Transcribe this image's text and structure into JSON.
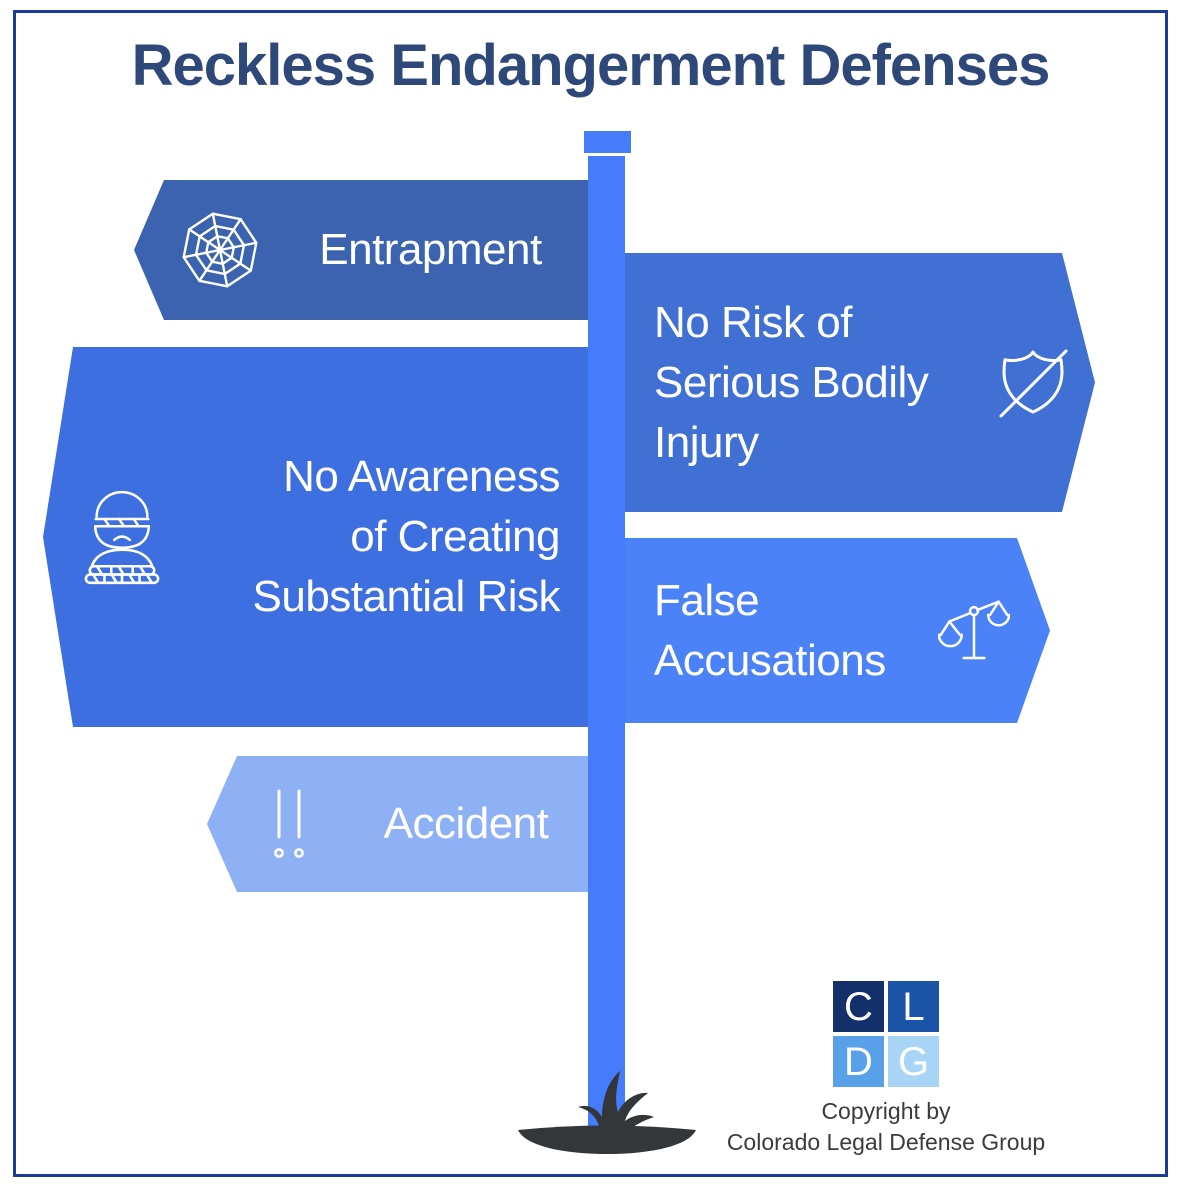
{
  "frame": {
    "border_color": "#1A3A9C",
    "background": "#FFFFFF"
  },
  "title": {
    "text": "Reckless Endangerment Defenses",
    "color": "#2E4879"
  },
  "signpost": {
    "pole_color": "#447CFB",
    "ground_color": "#34373A"
  },
  "signs": [
    {
      "label": "Entrapment",
      "icon": "spider-web-icon",
      "direction": "left",
      "color": "#3C63B0"
    },
    {
      "label": "No Risk of\nSerious Bodily\nInjury",
      "icon": "shield-slash-icon",
      "direction": "right",
      "color": "#4070D4"
    },
    {
      "label": "No Awareness\nof Creating\nSubstantial Risk",
      "icon": "injured-person-icon",
      "direction": "left",
      "color": "#3E6FE1"
    },
    {
      "label": "False\nAccusations",
      "icon": "scales-of-justice-icon",
      "direction": "right",
      "color": "#4C82F8"
    },
    {
      "label": "Accident",
      "icon": "double-exclamation-icon",
      "direction": "left",
      "color": "#8EB0F4"
    }
  ],
  "footer": {
    "logo": {
      "letters": [
        "C",
        "L",
        "D",
        "G"
      ],
      "tile_colors": [
        "#14306A",
        "#1B54A6",
        "#58A1E9",
        "#A8D4F6"
      ]
    },
    "copyright_line1": "Copyright by",
    "copyright_line2": "Colorado Legal Defense Group"
  }
}
